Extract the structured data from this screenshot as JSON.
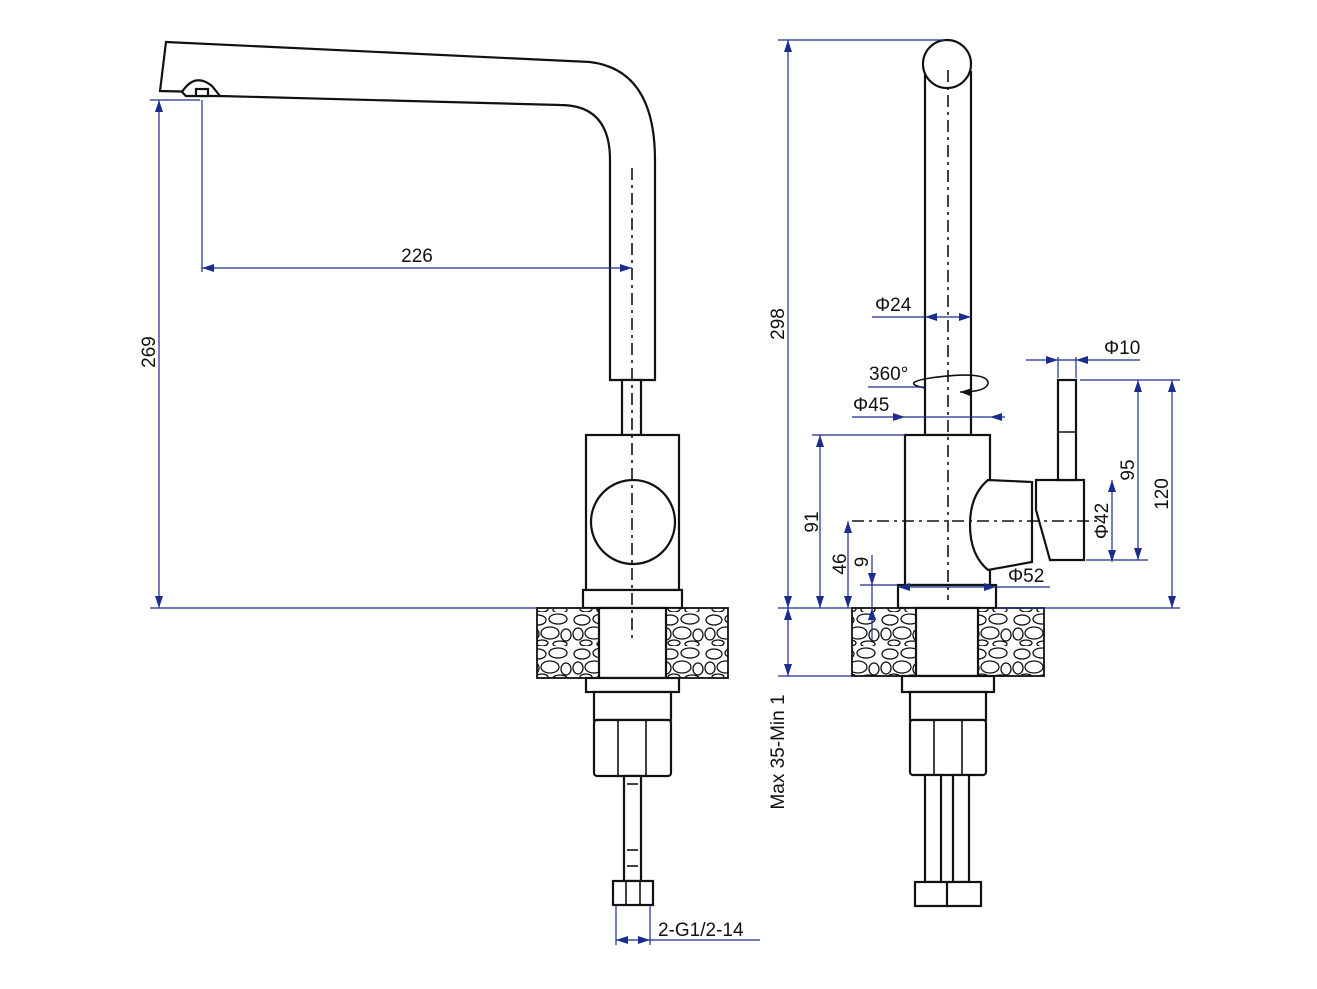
{
  "dimensions": {
    "spout_reach": "226",
    "spout_height": "269",
    "total_height": "298",
    "spout_diameter": "Φ24",
    "rotation": "360°",
    "body_diameter": "Φ45",
    "handle_diameter": "Φ10",
    "handle_height_95": "95",
    "handle_height_120": "120",
    "body_height_91": "91",
    "lever_axis_height": "46",
    "base_height": "9",
    "base_diameter": "Φ52",
    "lever_diameter": "Φ42",
    "deck_thickness": "Max 35-Min 1",
    "hose_thread": "2-G1/2-14"
  },
  "colors": {
    "dimension_line": "#1a2c8c",
    "outline": "#111111"
  }
}
